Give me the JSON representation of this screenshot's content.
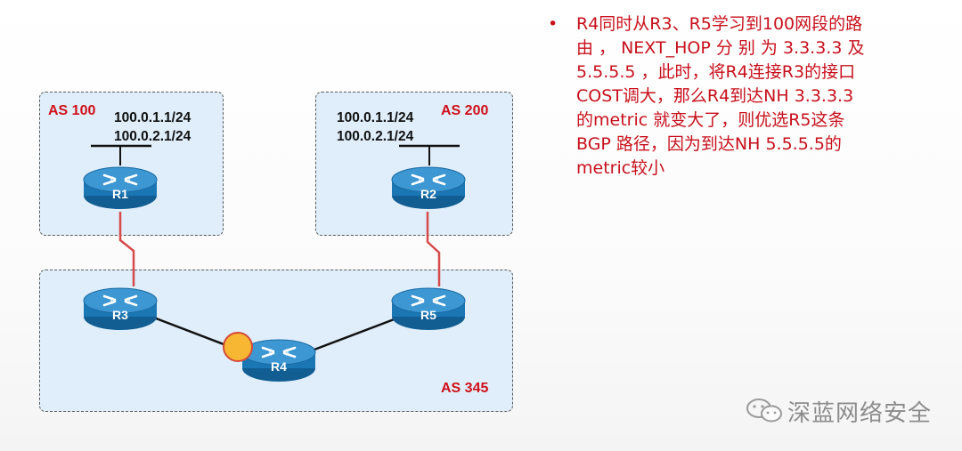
{
  "diagram": {
    "autonomous_systems": [
      {
        "id": "as100",
        "label": "AS 100"
      },
      {
        "id": "as200",
        "label": "AS 200"
      },
      {
        "id": "as345",
        "label": "AS 345"
      }
    ],
    "networks": {
      "as100": [
        "100.0.1.1/24",
        "100.0.2.1/24"
      ],
      "as200": [
        "100.0.1.1/24",
        "100.0.2.1/24"
      ]
    },
    "routers": [
      {
        "id": "r1",
        "name": "R1"
      },
      {
        "id": "r2",
        "name": "R2"
      },
      {
        "id": "r3",
        "name": "R3"
      },
      {
        "id": "r4",
        "name": "R4"
      },
      {
        "id": "r5",
        "name": "R5"
      }
    ],
    "links": [
      {
        "from": "R1",
        "to": "R3",
        "type": "serial"
      },
      {
        "from": "R2",
        "to": "R5",
        "type": "serial"
      },
      {
        "from": "R3",
        "to": "R4",
        "type": "ethernet",
        "cost_marker": true
      },
      {
        "from": "R4",
        "to": "R5",
        "type": "ethernet"
      }
    ],
    "colors": {
      "router_body": "#1b77b4",
      "serial_link": "#d64a4a",
      "ethernet_link": "#111111",
      "cost_marker": "#f7b733",
      "as_label": "#d0101a",
      "as_fill": "#dfeefa"
    }
  },
  "notes": {
    "bullet": "•",
    "lines": [
      "R4同时从R3、R5学习到100网段的路",
      "由 ， NEXT_HOP 分 别 为 3.3.3.3 及",
      "5.5.5.5 ，此时，将R4连接R3的接口",
      "COST调大，那么R4到达NH  3.3.3.3",
      "的metric 就变大了，则优选R5这条",
      "BGP 路径，因为到达NH  5.5.5.5的",
      "metric较小"
    ]
  },
  "watermark": {
    "text": "深蓝网络安全",
    "icon": "wechat-icon"
  }
}
